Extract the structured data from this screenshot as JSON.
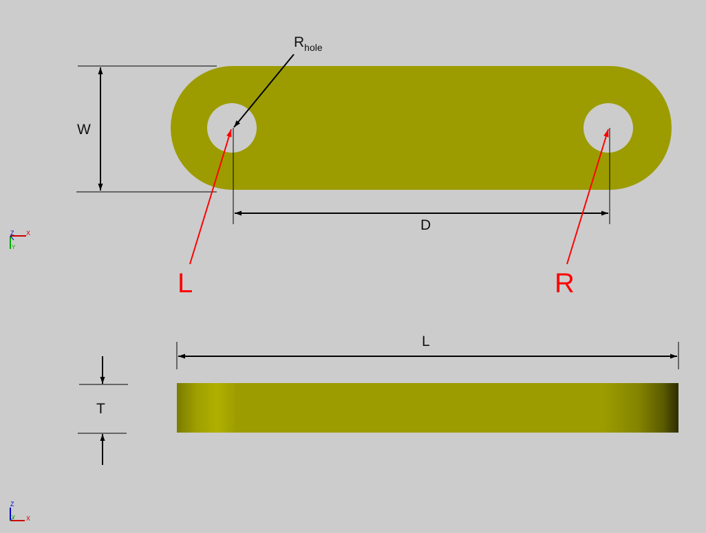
{
  "diagram": {
    "labels": {
      "width": "W",
      "hole_radius_main": "R",
      "hole_radius_sub": "hole",
      "hole_distance": "D",
      "length": "L",
      "thickness": "T"
    },
    "callouts": {
      "left_hole": "L",
      "right_hole": "R"
    },
    "axes_top": {
      "z": "Z",
      "x": "X",
      "y": "Y"
    },
    "axes_bottom": {
      "z": "Z",
      "x": "X",
      "y": "Y"
    }
  },
  "colors": {
    "background": "#cccccc",
    "part_fill": "#9c9c00",
    "dimension_line": "#000000",
    "callout": "#ff0000",
    "axis_x": "#cc0000",
    "axis_y": "#00aa00",
    "axis_z": "#0000cc"
  }
}
